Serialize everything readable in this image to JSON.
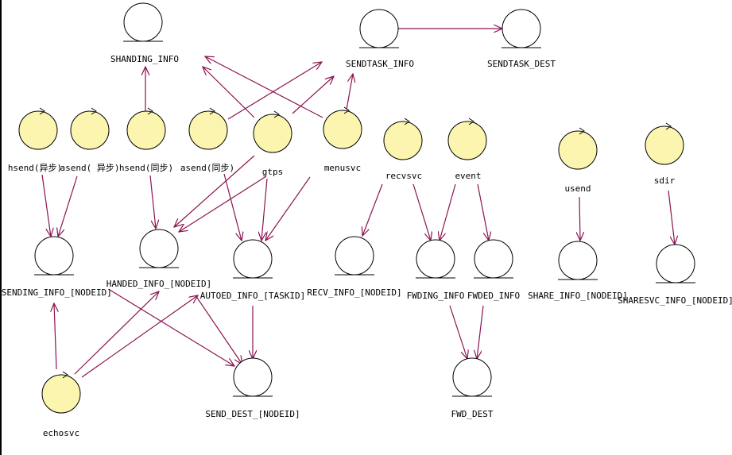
{
  "colors": {
    "arrow": "#8a1450",
    "actor_fill": "#fbf5b0",
    "entity_fill": "#ffffff",
    "stroke": "#000000"
  },
  "nodes": [
    {
      "id": "shanding_info",
      "label": "SHANDING_INFO",
      "kind": "entity"
    },
    {
      "id": "sendtask_info",
      "label": "SENDTASK_INFO",
      "kind": "entity"
    },
    {
      "id": "sendtask_dest",
      "label": "SENDTASK_DEST",
      "kind": "entity"
    },
    {
      "id": "hsend_async",
      "label": "hsend(异步)",
      "kind": "actor"
    },
    {
      "id": "asend_async",
      "label": "asend( 异步)",
      "kind": "actor"
    },
    {
      "id": "hsend_sync",
      "label": "hsend(同步)",
      "kind": "actor"
    },
    {
      "id": "asend_sync",
      "label": "asend(同步)",
      "kind": "actor"
    },
    {
      "id": "gtps",
      "label": "gtps",
      "kind": "actor"
    },
    {
      "id": "menusvc",
      "label": "menusvc",
      "kind": "actor"
    },
    {
      "id": "recvsvc",
      "label": "recvsvc",
      "kind": "actor"
    },
    {
      "id": "event",
      "label": "event",
      "kind": "actor"
    },
    {
      "id": "usend",
      "label": "usend",
      "kind": "actor"
    },
    {
      "id": "sdir",
      "label": "sdir",
      "kind": "actor"
    },
    {
      "id": "asending_info",
      "label": "ASENDING_INFO_[NODEID]",
      "kind": "entity"
    },
    {
      "id": "handed_info",
      "label": "HANDED_INFO_[NODEID]",
      "kind": "entity"
    },
    {
      "id": "autoed_info",
      "label": "AUTOED_INFO_[TASKID]",
      "kind": "entity"
    },
    {
      "id": "recv_info",
      "label": "RECV_INFO_[NODEID]",
      "kind": "entity"
    },
    {
      "id": "fwding_info",
      "label": "FWDING_INFO",
      "kind": "entity"
    },
    {
      "id": "fwded_info",
      "label": "FWDED_INFO",
      "kind": "entity"
    },
    {
      "id": "share_info",
      "label": "SHARE_INFO_[NODEID]",
      "kind": "entity"
    },
    {
      "id": "sharesvc_info",
      "label": "SHARESVC_INFO_[NODEID]",
      "kind": "entity"
    },
    {
      "id": "echosvc",
      "label": "echosvc",
      "kind": "actor"
    },
    {
      "id": "send_dest",
      "label": "SEND_DEST_[NODEID]",
      "kind": "entity"
    },
    {
      "id": "fwd_dest",
      "label": "FWD_DEST",
      "kind": "entity"
    }
  ],
  "edges": [
    {
      "from": "sendtask_info",
      "to": "sendtask_dest"
    },
    {
      "from": "hsend_sync",
      "to": "shanding_info"
    },
    {
      "from": "gtps",
      "to": "shanding_info"
    },
    {
      "from": "menusvc",
      "to": "shanding_info"
    },
    {
      "from": "asend_sync",
      "to": "sendtask_info"
    },
    {
      "from": "gtps",
      "to": "sendtask_info"
    },
    {
      "from": "menusvc",
      "to": "sendtask_info"
    },
    {
      "from": "hsend_async",
      "to": "asending_info"
    },
    {
      "from": "asend_async",
      "to": "asending_info"
    },
    {
      "from": "hsend_sync",
      "to": "handed_info"
    },
    {
      "from": "gtps",
      "to": "handed_info"
    },
    {
      "from": "gtps",
      "to": "handed_info_2"
    },
    {
      "from": "asend_sync",
      "to": "autoed_info"
    },
    {
      "from": "gtps",
      "to": "autoed_info"
    },
    {
      "from": "menusvc",
      "to": "autoed_info"
    },
    {
      "from": "recvsvc",
      "to": "recv_info"
    },
    {
      "from": "event",
      "to": "fwding_info"
    },
    {
      "from": "event",
      "to": "fwded_info"
    },
    {
      "from": "recvsvc",
      "to": "fwding_info"
    },
    {
      "from": "usend",
      "to": "share_info"
    },
    {
      "from": "sdir",
      "to": "sharesvc_info"
    },
    {
      "from": "autoed_info",
      "to": "send_dest"
    },
    {
      "from": "asending_info",
      "to": "send_dest"
    },
    {
      "from": "echosvc",
      "to": "asending_info"
    },
    {
      "from": "echosvc",
      "to": "handed_info"
    },
    {
      "from": "echosvc",
      "to": "autoed_info"
    },
    {
      "from": "fwding_info",
      "to": "fwd_dest"
    },
    {
      "from": "fwded_info",
      "to": "fwd_dest"
    }
  ]
}
